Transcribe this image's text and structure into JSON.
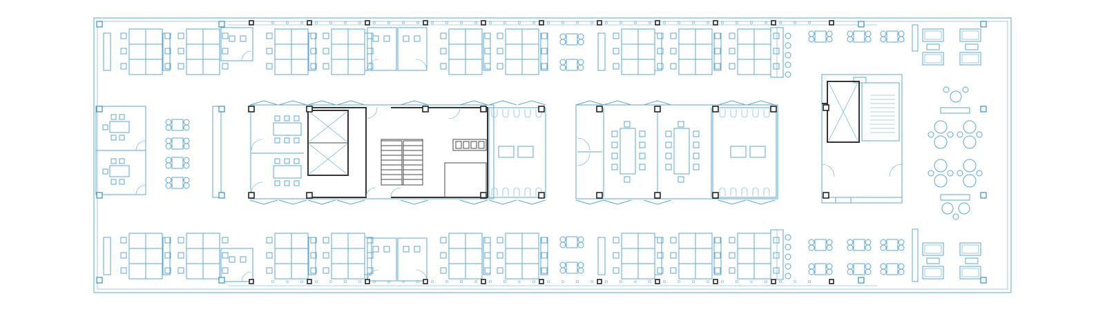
{
  "drawing": {
    "type": "office floor plan",
    "line_colors": {
      "furniture": "#5aa6d8",
      "core_walls": "#333333",
      "background": "#ffffff"
    },
    "zones": [
      {
        "id": "west-open-office"
      },
      {
        "id": "west-meeting-rooms"
      },
      {
        "id": "central-core-west"
      },
      {
        "id": "central-core-east"
      },
      {
        "id": "east-stair-core"
      },
      {
        "id": "east-lounge"
      }
    ]
  }
}
